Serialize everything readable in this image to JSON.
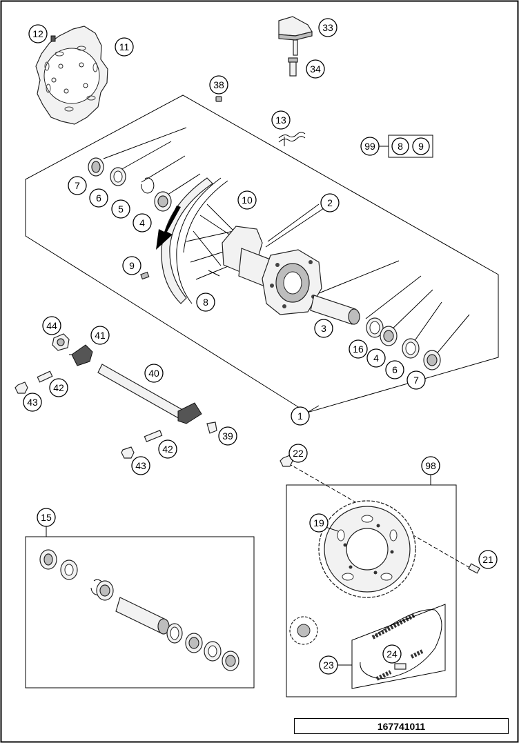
{
  "diagram": {
    "document_number": "167741011",
    "callouts": {
      "c1": "1",
      "c2": "2",
      "c3": "3",
      "c4a": "4",
      "c4b": "4",
      "c5": "5",
      "c6a": "6",
      "c6b": "6",
      "c7a": "7",
      "c7b": "7",
      "c8": "8",
      "c9": "9",
      "c10": "10",
      "c11": "11",
      "c12": "12",
      "c13": "13",
      "c15": "15",
      "c16": "16",
      "c19": "19",
      "c21": "21",
      "c22": "22",
      "c23": "23",
      "c24": "24",
      "c33": "33",
      "c34": "34",
      "c38": "38",
      "c39": "39",
      "c40": "40",
      "c41": "41",
      "c42a": "42",
      "c42b": "42",
      "c43a": "43",
      "c43b": "43",
      "c44": "44",
      "c98": "98",
      "c99": "99"
    },
    "kit_box": {
      "label_8": "8",
      "label_9": "9"
    }
  }
}
